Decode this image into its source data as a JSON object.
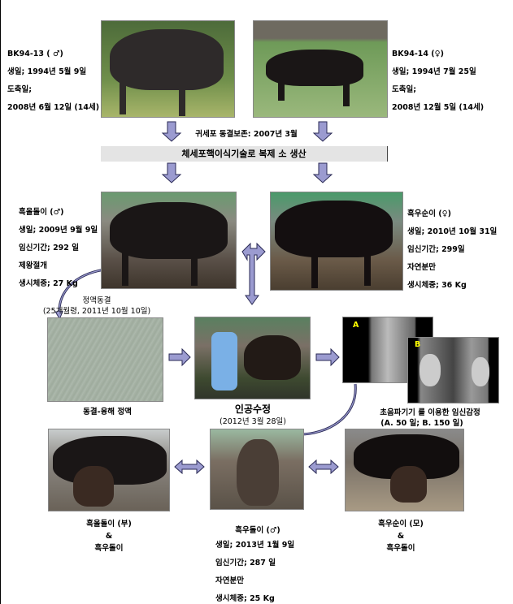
{
  "parents": {
    "male": {
      "lines": [
        "BK94-13 ( ♂)",
        "생일; 1994년 5월 9일",
        "도축일;",
        "2008년 6월 12일 (14세)"
      ]
    },
    "female": {
      "lines": [
        "BK94-14    (♀)",
        "생일; 1994년 7월 25일",
        "도축일;",
        "2008년 12월 5일 (14세)"
      ]
    }
  },
  "cryo_label": "귀세포 동결보존: 2007년 3월",
  "process_bar": "체세포핵이식기술로 복제 소 생산",
  "clones": {
    "male": {
      "lines": [
        "흑올돌이 (♂)",
        "생일; 2009년 9월 9일",
        "임신기간; 292 일",
        "제왕절개",
        "생시체중; 27 Kg"
      ]
    },
    "female": {
      "lines": [
        "흑우순이 (♀)",
        "생일;  2010년 10월 31일",
        "임신기간; 299일",
        "자연분만",
        "생시체중; 36 Kg"
      ]
    }
  },
  "semen_freeze": [
    "정액동결",
    "(25개월령, 2011년 10월 10일)"
  ],
  "captions": {
    "semen": "동결-융해 정액",
    "ai_title": "인공수정",
    "ai_date": "(2012년 3월 28일)",
    "ultrasound": "초음파기기 를 이용한 임신감정",
    "ultrasound_detail": "(A. 50 일; B. 150 일)",
    "ultrasound_a": "A",
    "ultrasound_b": "B"
  },
  "offspring": {
    "father_pair": [
      "흑올돌이 (부)",
      "&",
      "흑우돌이"
    ],
    "mother_pair": [
      "흑우순이 (모)",
      "&",
      "흑우돌이"
    ],
    "calf": [
      "흑우돌이 (♂)",
      "생일; 2013년 1월 9일",
      "임신기간; 287 일",
      "자연분만",
      "생시체중; 25 Kg"
    ]
  },
  "colors": {
    "arrow_fill": "#9b9bd0",
    "arrow_stroke": "#2a2a55",
    "bar": "#e4e4e4"
  }
}
